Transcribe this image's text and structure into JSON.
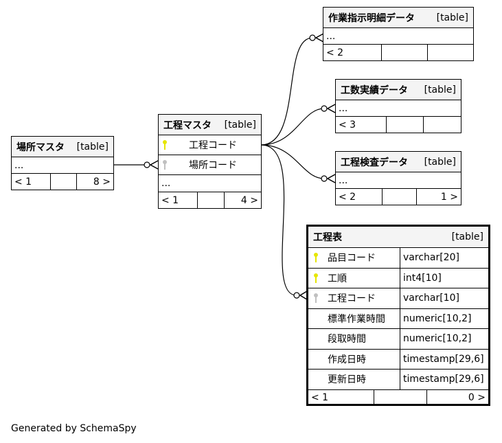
{
  "tables": {
    "basho": {
      "name": "場所マスタ",
      "type": "[table]",
      "ellipsis": "...",
      "footer": [
        "< 1",
        "",
        "8 >"
      ]
    },
    "koutei_master": {
      "name": "工程マスタ",
      "type": "[table]",
      "columns": [
        {
          "name": "工程コード",
          "key": "primary"
        },
        {
          "name": "場所コード",
          "key": "foreign"
        }
      ],
      "ellipsis": "...",
      "footer": [
        "< 1",
        "",
        "4 >"
      ]
    },
    "sagyou": {
      "name": "作業指示明細データ",
      "type": "[table]",
      "ellipsis": "...",
      "footer": [
        "< 2",
        "",
        ""
      ]
    },
    "kousuu": {
      "name": "工数実績データ",
      "type": "[table]",
      "ellipsis": "...",
      "footer": [
        "< 3",
        "",
        ""
      ]
    },
    "kensa": {
      "name": "工程検査データ",
      "type": "[table]",
      "ellipsis": "...",
      "footer": [
        "< 2",
        "",
        "1 >"
      ]
    },
    "kouteihyou": {
      "name": "工程表",
      "type": "[table]",
      "columns": [
        {
          "name": "品目コード",
          "datatype": "varchar[20]",
          "key": "primary"
        },
        {
          "name": "工順",
          "datatype": "int4[10]",
          "key": "primary"
        },
        {
          "name": "工程コード",
          "datatype": "varchar[10]",
          "key": "foreign"
        },
        {
          "name": "標準作業時間",
          "datatype": "numeric[10,2]",
          "key": "none"
        },
        {
          "name": "段取時間",
          "datatype": "numeric[10,2]",
          "key": "none"
        },
        {
          "name": "作成日時",
          "datatype": "timestamp[29,6]",
          "key": "none"
        },
        {
          "name": "更新日時",
          "datatype": "timestamp[29,6]",
          "key": "none"
        }
      ],
      "footer": [
        "< 1",
        "",
        "0 >"
      ]
    }
  },
  "colors": {
    "primary_key": "#e6e600",
    "foreign_key": "#c0c0c0",
    "header_bg": "#f4f4f4"
  },
  "footer_text": "Generated by SchemaSpy"
}
